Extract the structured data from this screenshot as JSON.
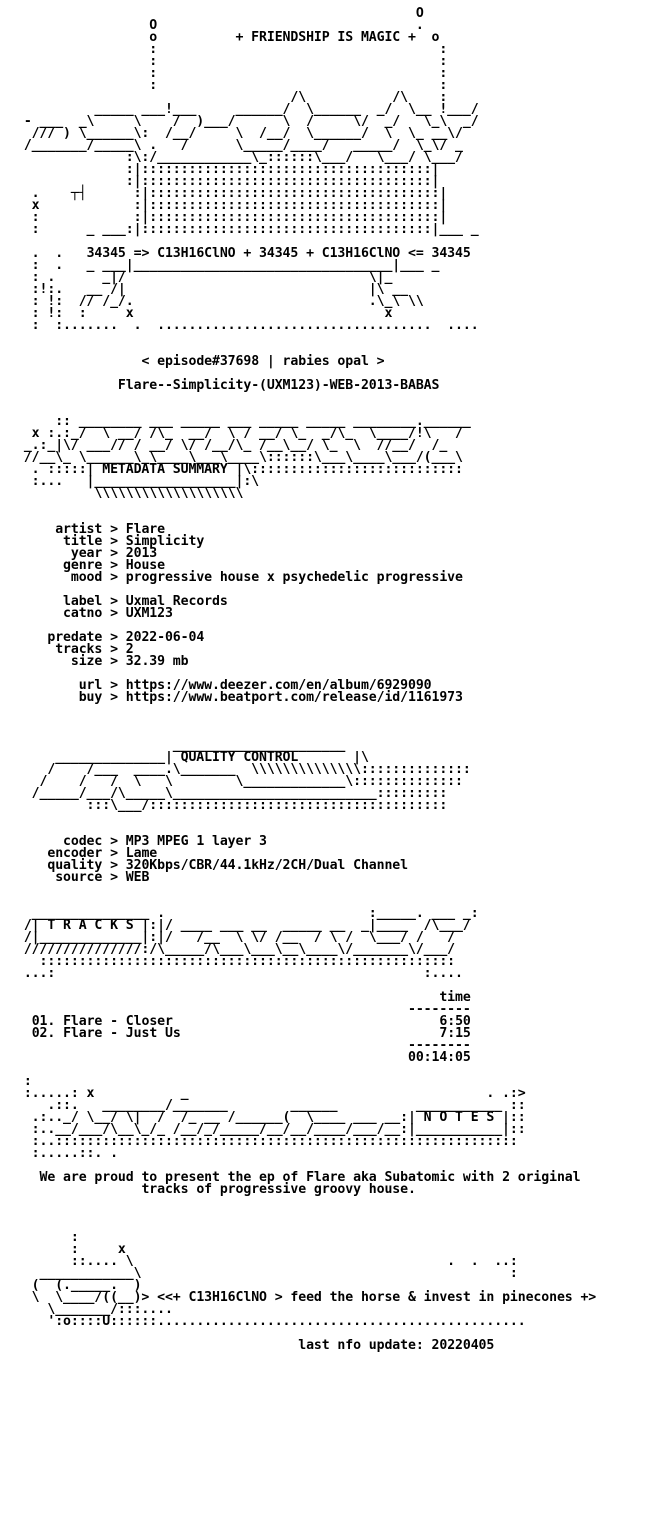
{
  "header_art": [
    "                                                   O",
    "                 O                                 .",
    "                 o          + FRIENDSHIP IS MAGIC +  o",
    "                 :                                    :",
    "                 :                                    :",
    "                 :                                    :",
    "                 :                                    :",
    "                                   /\\           /\\    :",
    "          _____ ___!___     ______/  \\______  _/  \\__ !___/",
    " - ___  _\\     \\    /  )___/      \\  /     \\/  _/   \\_\\  _/",
    "  /// ) \\______\\:  /__/     \\  /__/  \\______/  \\  \\_ __\\/",
    " /_______/_____\\ .   /      \\_____/____/   _____/  \\_\\/ _",
    "              :\\:/____________\\_::::::\\___/   \\___/ \\___/",
    "              :|:::::::::::::::::::::::::::::::::::::|",
    "              :|:::::::::::::::::::::::::::::::::::::|",
    "  .    ┬┤      :|:::::::::::::::::::::::::::::::::::::|",
    "  x            :|:::::::::::::::::::::::::::::::::::::|",
    "  :            :|:::::::::::::::::::::::::::::::::::::|",
    "  :      _ ___:|:::::::::::::::::::::::::::::::::::::|___ _"
  ],
  "formula_line": "34345 => C13H16ClNO + 34345 + C13H16ClNO <= 34345",
  "lower_art": [
    "  :  .   _ ___|_________________________________|___ _",
    "  : .      _|/                               \\|_",
    "  :!:.   __ /|                               |\\ __",
    "  : !:  // /_/.                              .\\_\\ \\\\",
    "  : !:  :     x                                x",
    "  :  :.......  .  ...................................  ...."
  ],
  "episode_line": "< episode#37698 | rabies opal >",
  "release_name": "Flare--Simplicity-(UXM123)-WEB-2013-BABAS",
  "metadata_banner": [
    "     :: ________ ___ _____ ___ _____ _____ ________.______",
    "  x :.:_/  \\ __/ /\\_  __/  \\ / __/ \\_  _/\\_  \\____/!\\   /",
    " _.:_|\\/ ___// / __/ \\/ /__/\\_ /__\\__/ \\_  \\  //__/  /_",
    " //__\\_ \\______\\_\\____\\___\\____\\::::::\\___\\____\\___/(___\\",
    "  . :::::| METADATA SUMMARY |\\:::::::::::::::::::::::::::",
    "  :...   |__________________|:\\",
    "          \\\\\\\\\\\\\\\\\\\\\\\\\\\\\\\\\\\\\\"
  ],
  "metadata": {
    "artist": "Flare",
    "title": "Simplicity",
    "year": "2013",
    "genre": "House",
    "mood": "progressive house x psychedelic progressive",
    "label": "Uxmal Records",
    "catno": "UXM123",
    "predate": "2022-06-04",
    "tracks": "2",
    "size": "32.39 mb",
    "url": "https://www.deezer.com/en/album/6929090",
    "buy": "https://www.beatport.com/release/id/1161973"
  },
  "quality_banner": [
    "                    ______________________",
    "     ______________| QUALITY CONTROL       |\\",
    "    /    /___  ____.\\_______  \\\\\\\\\\\\\\\\\\\\\\\\\\\\::::::::::::::",
    "   /    /   /  \\   \\        \\_____________\\::::::::::::::",
    "  /_____/___/\\_____\\__________________________:::::::::",
    "         :::\\___/::::::::::::::::::::::::::::::::::::::"
  ],
  "quality": {
    "codec": "MP3 MPEG 1 layer 3",
    "encoder": "Lame",
    "quality": "320Kbps/CBR/44.1kHz/2CH/Dual Channel",
    "source": "WEB"
  },
  "tracks_banner": [
    "  _______________ .                          :_____. ___ _:",
    " /| T R A C K S |:|/ ____ ___ __  _____ __  _|____  /\\___/",
    " /|_____________|:|/   /__  \\ \\/ /__  / \\ /  \\___/ /   /",
    " ///////////////:/\\_____/\\___\\___\\__\\____\\/_______\\/___/",
    "   :::::::::::::::::::::::::::::::::::::::::::::::::::::",
    " ...:                                               :...."
  ],
  "tracklist": {
    "time_header": "time",
    "time_rule": "--------",
    "items": [
      {
        "number": "01.",
        "artist": "Flare",
        "title": "Closer",
        "time": "6:50"
      },
      {
        "number": "02.",
        "artist": "Flare",
        "title": "Just Us",
        "time": "7:15"
      }
    ],
    "total_rule": "--------",
    "total": "00:14:05"
  },
  "notes_banner": [
    " :",
    " :.....: x           _                                      . .:>",
    "    .::.   ________/_______        ______          ___________ ::",
    "  .:.._/ \\__/ \\|  /  /_ __ /______(  \\____ ___ __:| N O T E S |::",
    "  :..__/___/\\__\\_/_ /__/_/_____/__/__/____/___/__:|___________|::",
    "  :..:::::::::::::::::::::::::::::::::::::::::::::::::::::::::::",
    "  :.....::. ."
  ],
  "notes_text_1": "We are proud to present the ep of Flare aka Subatomic with 2 original",
  "notes_text_2": "tracks of progressive groovy house.",
  "footer_art": [
    "       :",
    "       :     x",
    "       ::.... \\                                        .  .  ..:",
    "   ____________\\                                               :",
    "  (  (._____.  )",
    "   \\  \\____/((__)>",
    "    \\_______/:::....",
    "     ':o::::U::::::"
  ],
  "footer_signature": "<<+ C13H16ClNO > feed the horse & invest in pinecones +>",
  "footer_dots": "...............................................",
  "last_update_label": "last nfo update:",
  "last_update_value": "20220405"
}
